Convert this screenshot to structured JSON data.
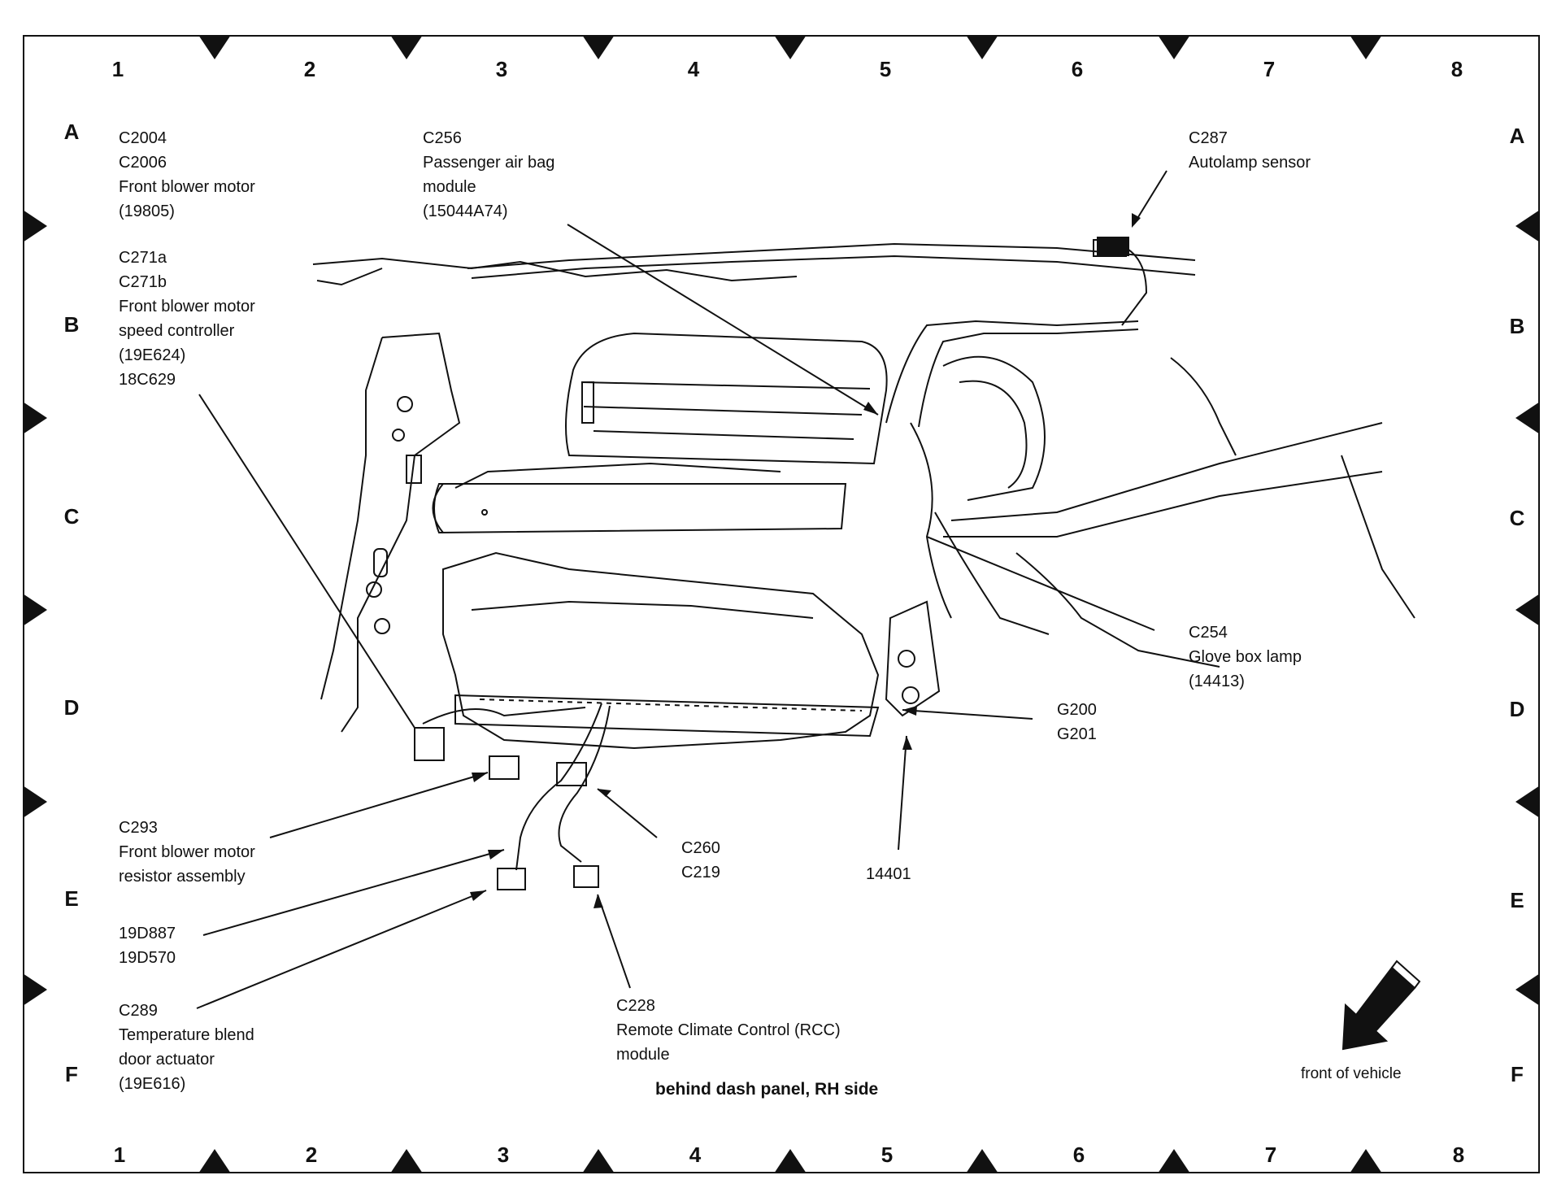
{
  "grid": {
    "columns": [
      "1",
      "2",
      "3",
      "4",
      "5",
      "6",
      "7",
      "8"
    ],
    "rows": [
      "A",
      "B",
      "C",
      "D",
      "E",
      "F"
    ]
  },
  "labels": {
    "blower_motor": {
      "l1": "C2004",
      "l2": "C2006",
      "l3": "Front blower motor",
      "l4": "(19805)"
    },
    "speed_controller": {
      "l1": "C271a",
      "l2": "C271b",
      "l3": "Front blower motor",
      "l4": "speed controller",
      "l5": "(19E624)",
      "l6": "18C629"
    },
    "airbag": {
      "l1": "C256",
      "l2": "Passenger air bag",
      "l3": "module",
      "l4": "(15044A74)"
    },
    "autolamp": {
      "l1": "C287",
      "l2": "Autolamp sensor"
    },
    "glove_box": {
      "l1": "C254",
      "l2": "Glove box lamp",
      "l3": "(14413)"
    },
    "ground": {
      "l1": "G200",
      "l2": "G201"
    },
    "resistor": {
      "l1": "C293",
      "l2": "Front blower motor",
      "l3": "resistor assembly"
    },
    "c260": {
      "l1": "C260",
      "l2": "C219"
    },
    "harness": {
      "l1": "14401"
    },
    "d887": {
      "l1": "19D887",
      "l2": "19D570"
    },
    "temp_blend": {
      "l1": "C289",
      "l2": "Temperature blend",
      "l3": "door actuator",
      "l4": "(19E616)"
    },
    "rcc": {
      "l1": "C228",
      "l2": "Remote Climate Control (RCC)",
      "l3": "module"
    }
  },
  "caption": "behind dash panel, RH side",
  "front_label": "front of vehicle"
}
